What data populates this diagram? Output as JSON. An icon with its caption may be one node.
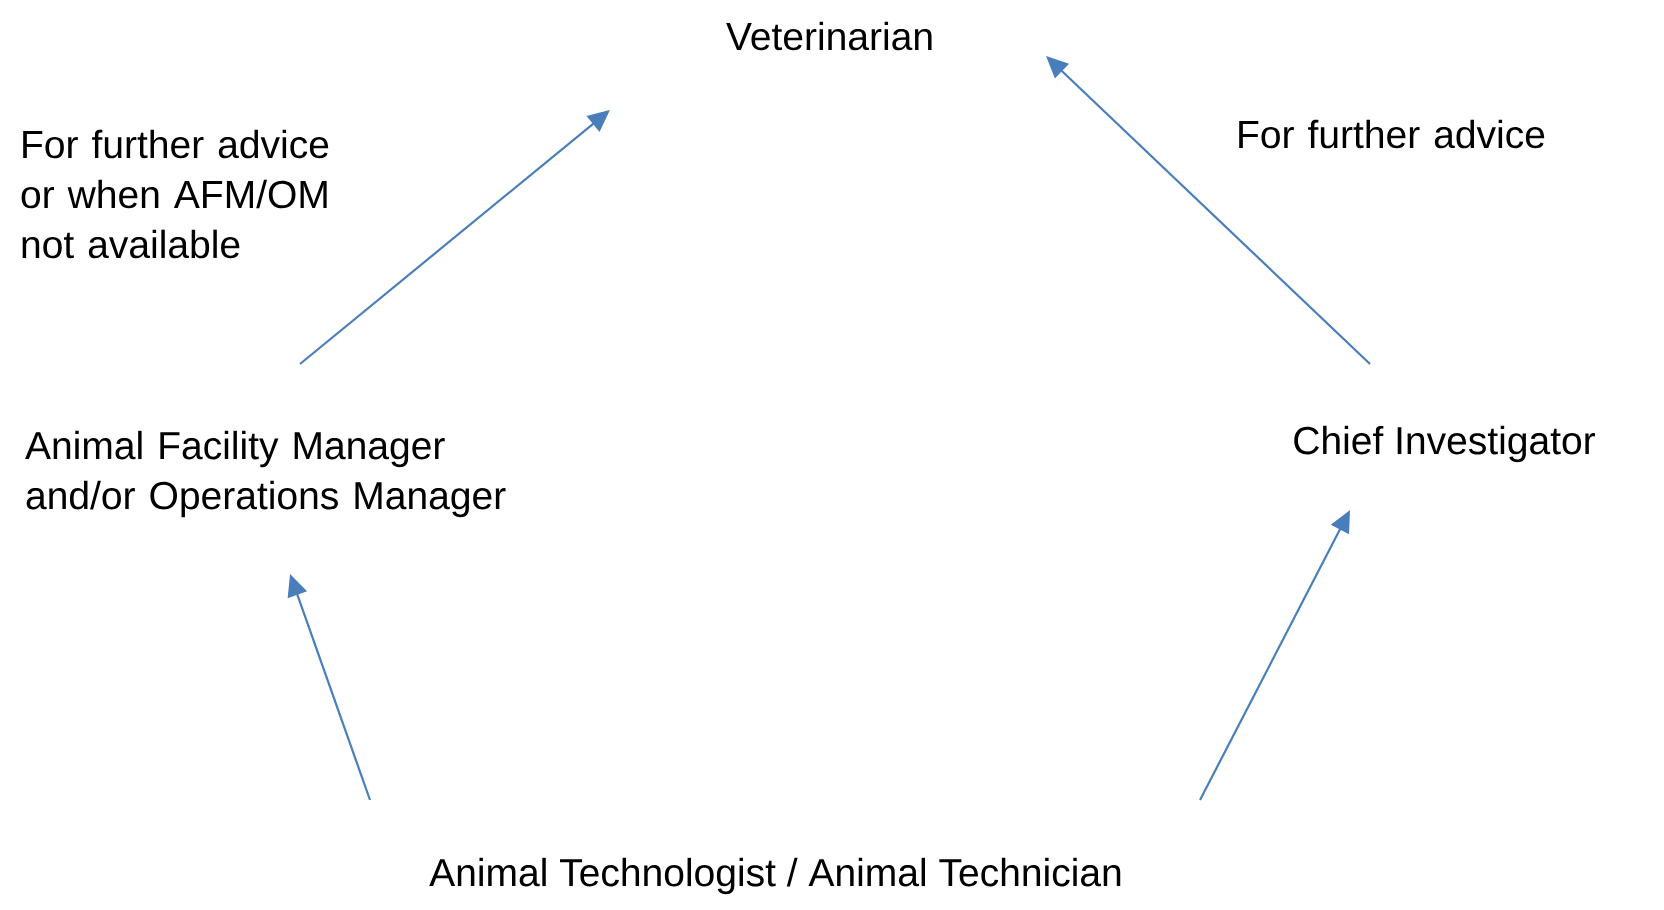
{
  "diagram": {
    "nodes": [
      {
        "text": [
          "Veterinarian"
        ]
      },
      {
        "text": [
          "Animal Facility Manager and/or Operations Manager"
        ]
      },
      {
        "text": [
          "Chief Investigator"
        ]
      },
      {
        "text": [
          "Animal Technologist / Animal Technician"
        ]
      }
    ],
    "edges": [
      {
        "from": 1,
        "to": 0,
        "arrow": "to",
        "label": "For further advice or when AFM/OM not available"
      },
      {
        "from": 2,
        "to": 0,
        "arrow": "to",
        "label": "For further advice"
      },
      {
        "from": 3,
        "to": 1,
        "arrow": "to"
      },
      {
        "from": 3,
        "to": 2,
        "arrow": "to"
      }
    ]
  }
}
